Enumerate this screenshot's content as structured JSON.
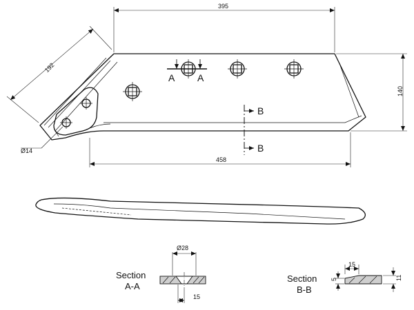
{
  "dimensions": {
    "top_length": "395",
    "bottom_length": "458",
    "height": "140",
    "edge_length": "192",
    "hole_diameter": "Ø14"
  },
  "section_a": {
    "title": "Section",
    "name": "A-A",
    "hole_diameter": "Ø28",
    "offset": "15"
  },
  "section_b": {
    "title": "Section",
    "name": "B-B",
    "width": "15",
    "left_thickness": "5",
    "right_thickness": "11"
  },
  "cut_marks": {
    "a_left": "A",
    "a_right": "A",
    "b_top": "B",
    "b_bottom": "B"
  }
}
